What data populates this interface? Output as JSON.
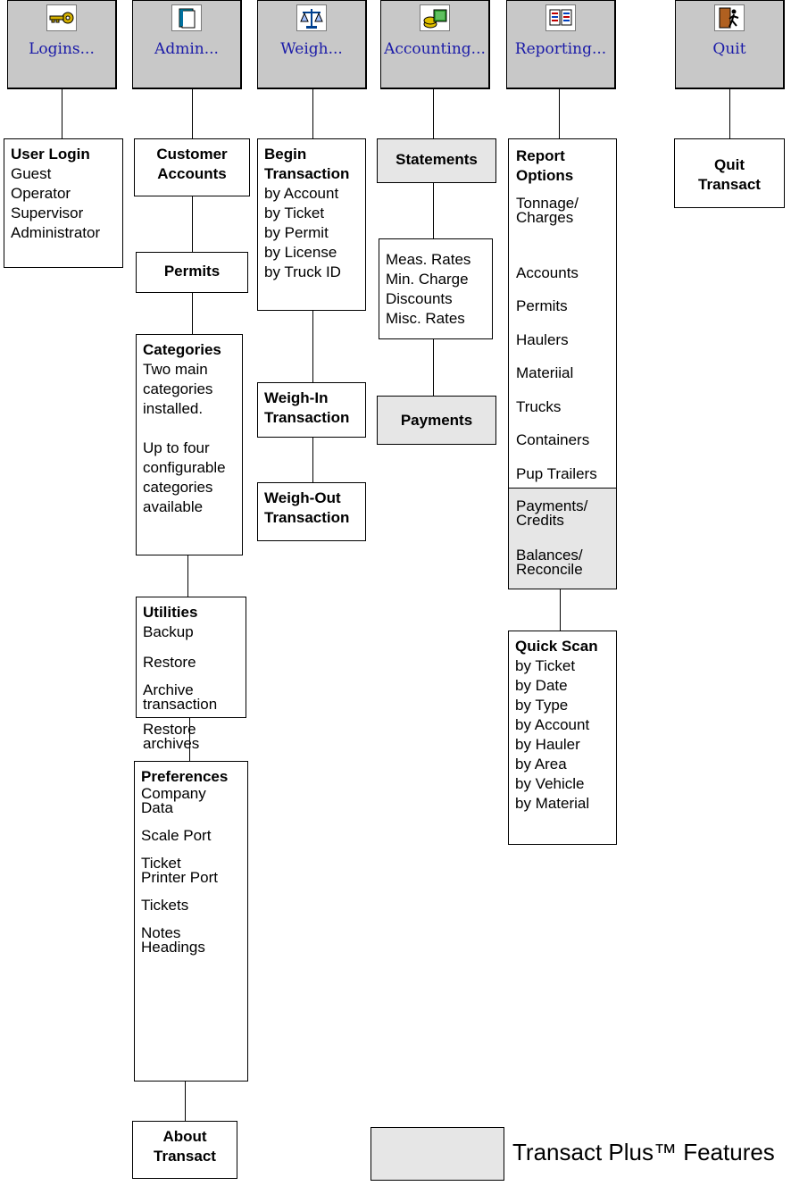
{
  "toolbar": {
    "logins": {
      "label": "Logins...",
      "icon": "key-icon"
    },
    "admin": {
      "label": "Admin...",
      "icon": "book-icon"
    },
    "weigh": {
      "label": "Weigh...",
      "icon": "scale-icon"
    },
    "accounting": {
      "label": "Accounting...",
      "icon": "money-icon"
    },
    "reporting": {
      "label": "Reporting...",
      "icon": "report-icon"
    },
    "quit": {
      "label": "Quit",
      "icon": "exit-door-icon"
    }
  },
  "logins": {
    "title": "User Login",
    "items": [
      "Guest",
      "Operator",
      "Supervisor",
      "Administrator"
    ]
  },
  "admin": {
    "customer_accounts": [
      "Customer",
      "Accounts"
    ],
    "permits": "Permits",
    "categories": {
      "title": "Categories",
      "text1": [
        "Two main",
        "categories",
        "installed."
      ],
      "text2": [
        "Up to four",
        "configurable",
        "categories",
        "available"
      ]
    },
    "utilities": {
      "title": "Utilities",
      "items": [
        [
          "Backup"
        ],
        [
          "Restore"
        ],
        [
          "Archive",
          "transaction"
        ],
        [
          "Restore",
          "archives"
        ]
      ]
    },
    "preferences": {
      "title": "Preferences",
      "items": [
        [
          "Company",
          "Data"
        ],
        [
          "Scale Port"
        ],
        [
          "Ticket",
          "Printer Port"
        ],
        [
          "Tickets"
        ],
        [
          "Notes",
          "Headings"
        ]
      ]
    },
    "about": [
      "About",
      "Transact"
    ]
  },
  "weigh": {
    "begin": {
      "title": [
        "Begin",
        "Transaction"
      ],
      "items": [
        "by Account",
        "by Ticket",
        "by Permit",
        "by License",
        "by Truck ID"
      ]
    },
    "weigh_in": [
      "Weigh-In",
      "Transaction"
    ],
    "weigh_out": [
      "Weigh-Out",
      "Transaction"
    ]
  },
  "accounting": {
    "statements": "Statements",
    "rates": [
      "Meas. Rates",
      "Min. Charge",
      "Discounts",
      "Misc. Rates"
    ],
    "payments": "Payments"
  },
  "reporting": {
    "title": [
      "Report",
      "Options"
    ],
    "items": [
      [
        "Tonnage/",
        "Charges"
      ],
      [
        "Accounts"
      ],
      [
        "Permits"
      ],
      [
        "Haulers"
      ],
      [
        "Materiial"
      ],
      [
        "Trucks"
      ],
      [
        "Containers"
      ],
      [
        "Pup Trailers"
      ]
    ],
    "plus_items": [
      [
        "Payments/",
        "Credits"
      ],
      [
        "Balances/",
        "Reconcile"
      ]
    ],
    "quick_scan": {
      "title": "Quick Scan",
      "items": [
        "by Ticket",
        "by Date",
        "by Type",
        "by Account",
        "by Hauler",
        "by Area",
        "by Vehicle",
        "by Material"
      ]
    }
  },
  "quit": [
    "Quit",
    "Transact"
  ],
  "legend": {
    "text": "Transact Plus™ Features"
  },
  "colors": {
    "toolbar_bg": "#c8c8c8",
    "plus_feature_bg": "#e6e6e6",
    "toolbar_label": "#1a1aa8"
  }
}
